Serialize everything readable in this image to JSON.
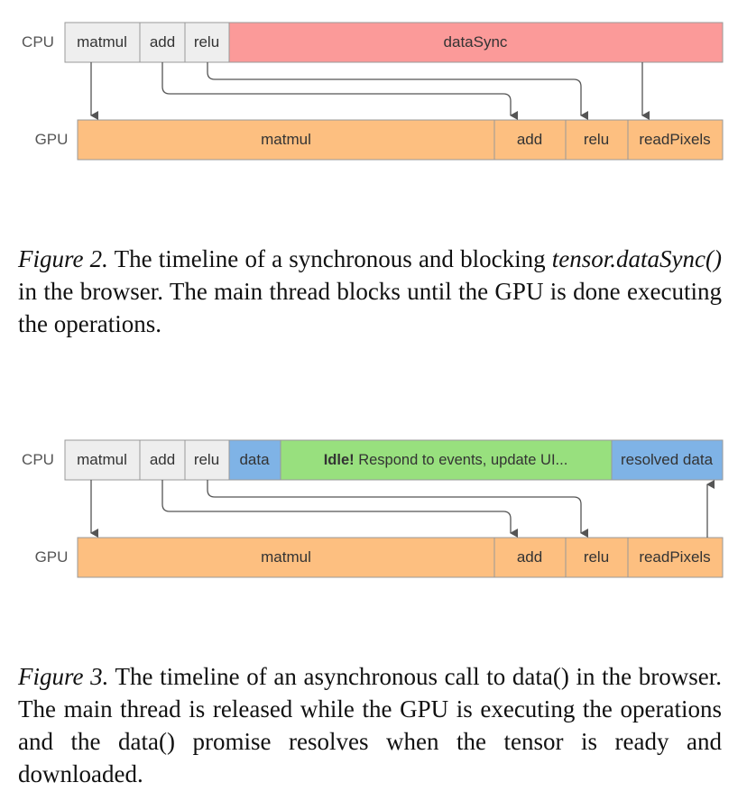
{
  "figure2": {
    "cpu_label": "CPU",
    "gpu_label": "GPU",
    "cpu_blocks": [
      {
        "label": "matmul",
        "color": "#eeeeee"
      },
      {
        "label": "add",
        "color": "#eeeeee"
      },
      {
        "label": "relu",
        "color": "#eeeeee"
      },
      {
        "label": "dataSync",
        "color": "#fb9a99"
      }
    ],
    "gpu_blocks": [
      {
        "label": "matmul",
        "color": "#fdbf80"
      },
      {
        "label": "add",
        "color": "#fdbf80"
      },
      {
        "label": "relu",
        "color": "#fdbf80"
      },
      {
        "label": "readPixels",
        "color": "#fdbf80"
      }
    ],
    "caption_fig": "Figure 2.",
    "caption_pre": "The timeline of a synchronous and blocking",
    "caption_code": "tensor.dataSync()",
    "caption_post": "in the browser. The main thread blocks until the GPU is done executing the operations."
  },
  "figure3": {
    "cpu_label": "CPU",
    "gpu_label": "GPU",
    "cpu_blocks": [
      {
        "label": "matmul",
        "color": "#eeeeee"
      },
      {
        "label": "add",
        "color": "#eeeeee"
      },
      {
        "label": "relu",
        "color": "#eeeeee"
      },
      {
        "label": "data",
        "color": "#7fb3e6"
      },
      {
        "label_bold": "Idle!",
        "label": "Respond to events, update UI...",
        "color": "#98e07e"
      },
      {
        "label": "resolved data",
        "color": "#7fb3e6"
      }
    ],
    "gpu_blocks": [
      {
        "label": "matmul",
        "color": "#fdbf80"
      },
      {
        "label": "add",
        "color": "#fdbf80"
      },
      {
        "label": "relu",
        "color": "#fdbf80"
      },
      {
        "label": "readPixels",
        "color": "#fdbf80"
      }
    ],
    "caption_fig": "Figure 3.",
    "caption_text": "The timeline of an asynchronous call to data() in the browser. The main thread is released while the GPU is executing the operations and the data() promise resolves when the tensor is ready and downloaded."
  }
}
